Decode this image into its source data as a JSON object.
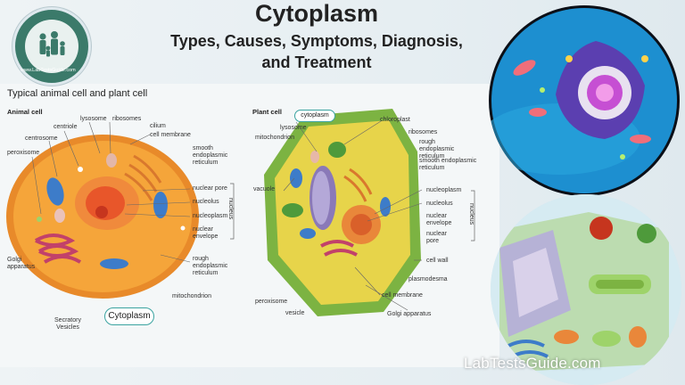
{
  "title": "Cytoplasm",
  "subtitle_line1": "Types, Causes, Symptoms, Diagnosis,",
  "subtitle_line2": "and Treatment",
  "logo": {
    "ring_text": "www.LabTestsGuide.com"
  },
  "diagram": {
    "heading": "Typical animal cell and plant cell",
    "animal": {
      "label": "Animal cell",
      "parts": {
        "lysosome": "lysosome",
        "ribosomes": "ribosomes",
        "cilium": "cilium",
        "centriole": "centriole",
        "cell_membrane": "cell membrane",
        "centrosome": "centrosome",
        "smooth_er": "smooth endoplasmic reticulum",
        "peroxisome": "peroxisome",
        "nuclear_pore": "nuclear pore",
        "nucleolus": "nucleolus",
        "nucleoplasm": "nucleoplasm",
        "nuclear_envelope": "nuclear envelope",
        "rough_er": "rough endoplasmic reticulum",
        "golgi": "Golgi apparatus",
        "mitochondrion": "mitochondrion",
        "secretory_vesicles": "Secratory Vesicles",
        "nucleus_bracket": "nucleus"
      },
      "callout": "Cytoplasm"
    },
    "plant": {
      "label": "Plant cell",
      "parts": {
        "cytoplasm": "cytoplasm",
        "chloroplast": "chloroplast",
        "lysosome": "lysosome",
        "mitochondrion": "mitochondrion",
        "ribosomes": "ribosomes",
        "rough_er": "rough endoplasmic reticulum",
        "smooth_er": "smooth endoplasmic reticulum",
        "vacuole": "vacuole",
        "nucleoplasm": "nucleoplasm",
        "nucleolus": "nucleolus",
        "nuclear_envelope": "nuclear envelope",
        "nuclear_pore": "nuclear pore",
        "cell_wall": "cell wall",
        "plasmodesma": "plasmodesma",
        "peroxisome": "peroxisome",
        "cell_membrane": "cell membrane",
        "vesicle": "vesicle",
        "golgi": "Golgi apparatus",
        "nucleus_bracket": "nucleus"
      }
    }
  },
  "watermark": "LabTestsGuide.com",
  "colors": {
    "cytoplasm_orange": "#f5a53a",
    "membrane_orange": "#e88a2a",
    "plant_wall_green": "#7cb342",
    "plant_cyto_yellow": "#e7d44a",
    "callout_teal": "#3aa3a0",
    "logo_green": "#3b7a6a",
    "micro_blue": "#1d8fd0"
  }
}
